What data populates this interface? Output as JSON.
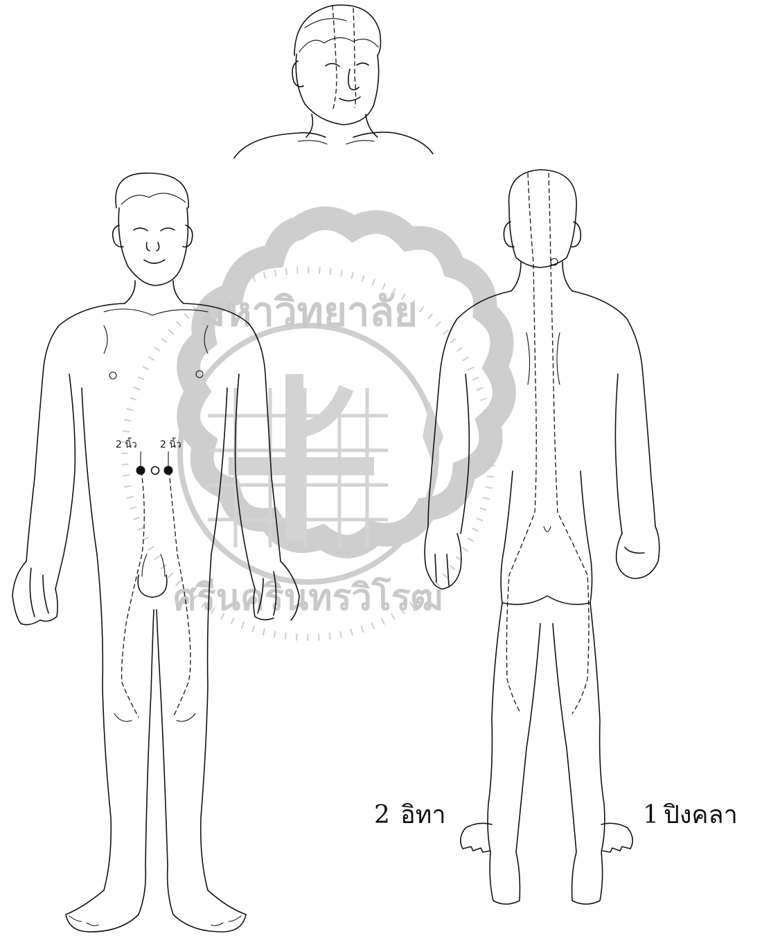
{
  "figure": {
    "front_points": {
      "left_label": "2 นิ้ว",
      "right_label": "2 นิ้ว"
    },
    "channels": [
      {
        "number": "2",
        "name": "อิทา"
      },
      {
        "number": "1",
        "name": "ปิงคลา"
      }
    ],
    "watermark": {
      "text_top": "มหาวิทยาลัย",
      "text_bottom": "ศรีนครินทรวิโรฒ"
    }
  }
}
